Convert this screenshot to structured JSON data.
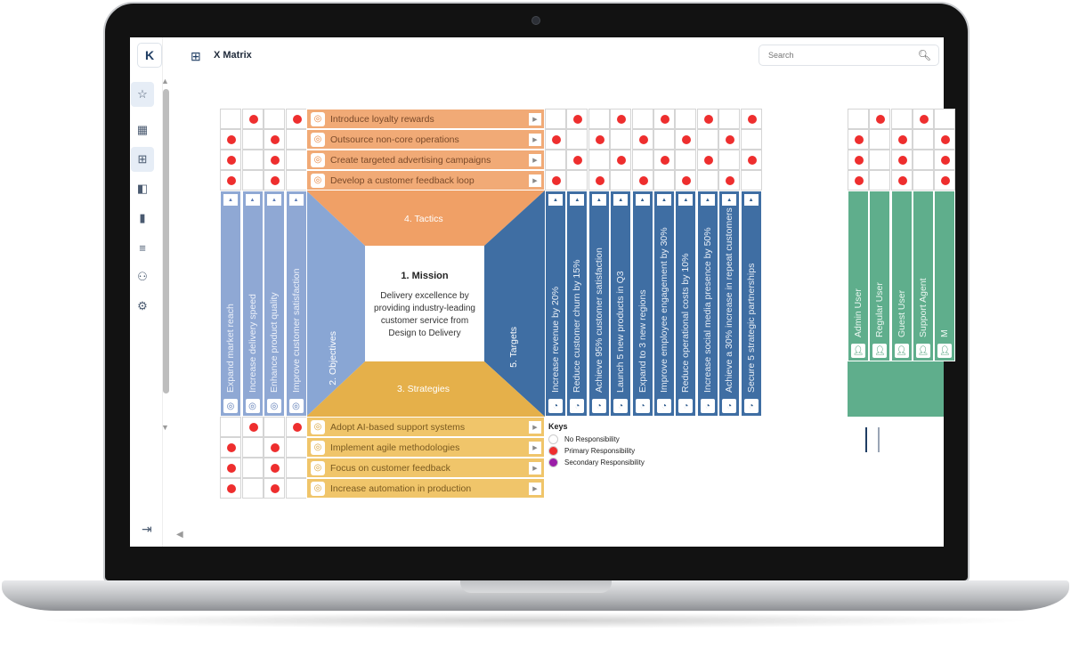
{
  "app": {
    "logo": "K",
    "title": "X Matrix"
  },
  "search": {
    "placeholder": "Search"
  },
  "sidebar": {
    "items": [
      {
        "icon": "star-icon",
        "glyph": "☆",
        "active": true
      },
      {
        "icon": "dashboard-icon",
        "glyph": "▦",
        "active": false
      },
      {
        "icon": "grid-icon",
        "glyph": "⊞",
        "active": true
      },
      {
        "icon": "layout-icon",
        "glyph": "◧",
        "active": false
      },
      {
        "icon": "bar-chart-icon",
        "glyph": "▮",
        "active": false
      },
      {
        "icon": "list-icon",
        "glyph": "≡",
        "active": false
      },
      {
        "icon": "team-icon",
        "glyph": "⚇",
        "active": false
      },
      {
        "icon": "gear-icon",
        "glyph": "⚙",
        "active": false
      }
    ]
  },
  "matrix": {
    "mission": {
      "title": "1. Mission",
      "text": "Delivery excellence by providing industry-leading customer service from Design to Delivery"
    },
    "sections": {
      "objectives": "2. Objectives",
      "strategies": "3. Strategies",
      "tactics": "4. Tactics",
      "targets": "5. Targets"
    },
    "tactics": [
      "Introduce loyalty rewards",
      "Outsource non-core operations",
      "Create targeted advertising campaigns",
      "Develop a customer feedback loop"
    ],
    "strategies": [
      "Adopt AI-based support systems",
      "Implement agile methodologies",
      "Focus on customer feedback",
      "Increase automation in production"
    ],
    "objectives": [
      "Expand market reach",
      "Increase delivery speed",
      "Enhance product quality",
      "Improve customer satisfaction"
    ],
    "targets": [
      "Increase revenue by 20%",
      "Reduce customer churn by 15%",
      "Achieve 95% customer satisfaction",
      "Launch 5 new products in Q3",
      "Expand to 3 new regions",
      "Improve employee engagement by 30%",
      "Reduce operational costs by 10%",
      "Increase social media presence by 50%",
      "Achieve a 30% increase in repeat customers",
      "Secure 5 strategic partnerships"
    ],
    "users": [
      "Admin User",
      "Regular User",
      "Guest User",
      "Support Agent",
      "M"
    ],
    "tactic_obj_grid": [
      [
        0,
        1,
        0,
        1
      ],
      [
        1,
        0,
        1,
        0
      ],
      [
        1,
        0,
        1,
        0
      ],
      [
        1,
        0,
        1,
        0
      ]
    ],
    "tactic_tgt_grid": [
      [
        0,
        1,
        0,
        1,
        0,
        1,
        0,
        1,
        0,
        1
      ],
      [
        1,
        0,
        1,
        0,
        1,
        0,
        1,
        0,
        1,
        0
      ],
      [
        0,
        1,
        0,
        1,
        0,
        1,
        0,
        1,
        0,
        1
      ],
      [
        1,
        0,
        1,
        0,
        1,
        0,
        1,
        0,
        1,
        0
      ]
    ],
    "strategy_obj_grid": [
      [
        0,
        1,
        0,
        1
      ],
      [
        1,
        0,
        1,
        0
      ],
      [
        1,
        0,
        1,
        0
      ],
      [
        1,
        0,
        1,
        0
      ]
    ],
    "user_grid": [
      [
        0,
        1,
        0,
        1,
        0
      ],
      [
        1,
        0,
        1,
        0,
        1
      ],
      [
        1,
        0,
        1,
        0,
        1
      ],
      [
        1,
        0,
        1,
        0,
        1
      ]
    ]
  },
  "keys": {
    "title": "Keys",
    "items": [
      {
        "label": "No Responsibility",
        "color": "#ffffff"
      },
      {
        "label": "Primary Responsibility",
        "color": "#ee2e2e"
      },
      {
        "label": "Secondary Responsibility",
        "color": "#9b1ea8"
      }
    ]
  }
}
